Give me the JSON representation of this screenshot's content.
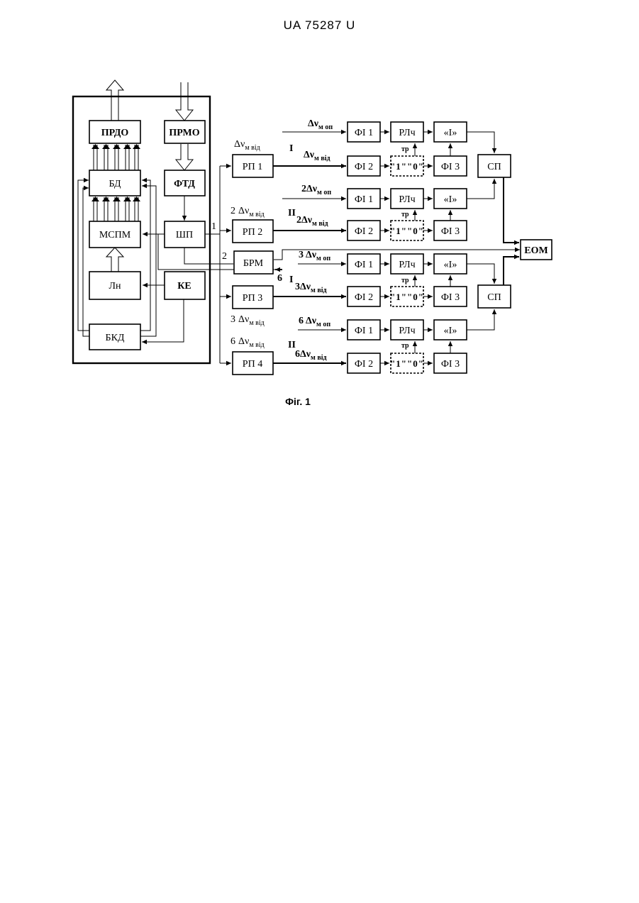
{
  "header": {
    "doc_id": "UA   75287   U"
  },
  "caption": "Фіг. 1",
  "blocks": {
    "prdo": "ПРДО",
    "prmo": "ПРМО",
    "bd": "БД",
    "ftd": "ФТД",
    "mspm": "МСПМ",
    "shp": "ШП",
    "ln": "Лн",
    "ke": "КЕ",
    "bkd": "БКД",
    "brm": "БРМ",
    "rp1": "РП 1",
    "rp2": "РП 2",
    "rp3": "РП 3",
    "rp4": "РП 4",
    "fi1": "ФІ 1",
    "fi2": "ФІ 2",
    "fi3": "ФІ 3",
    "rlch": "РЛч",
    "one": "«І»",
    "sp": "СП",
    "eom": "ЕОМ",
    "seq10": "\"1\"\"0\""
  },
  "labels": {
    "delta_nu": "Δν",
    "sub_m_vid": "м від",
    "sub_m_op": "м оп",
    "sub_m_vid_bold": "м від",
    "k2": "2",
    "k3": "3",
    "k6": "6",
    "roman_1": "І",
    "roman_2": "ІІ",
    "tr": "тр",
    "in1": "1",
    "in2": "2",
    "in6": "6"
  }
}
